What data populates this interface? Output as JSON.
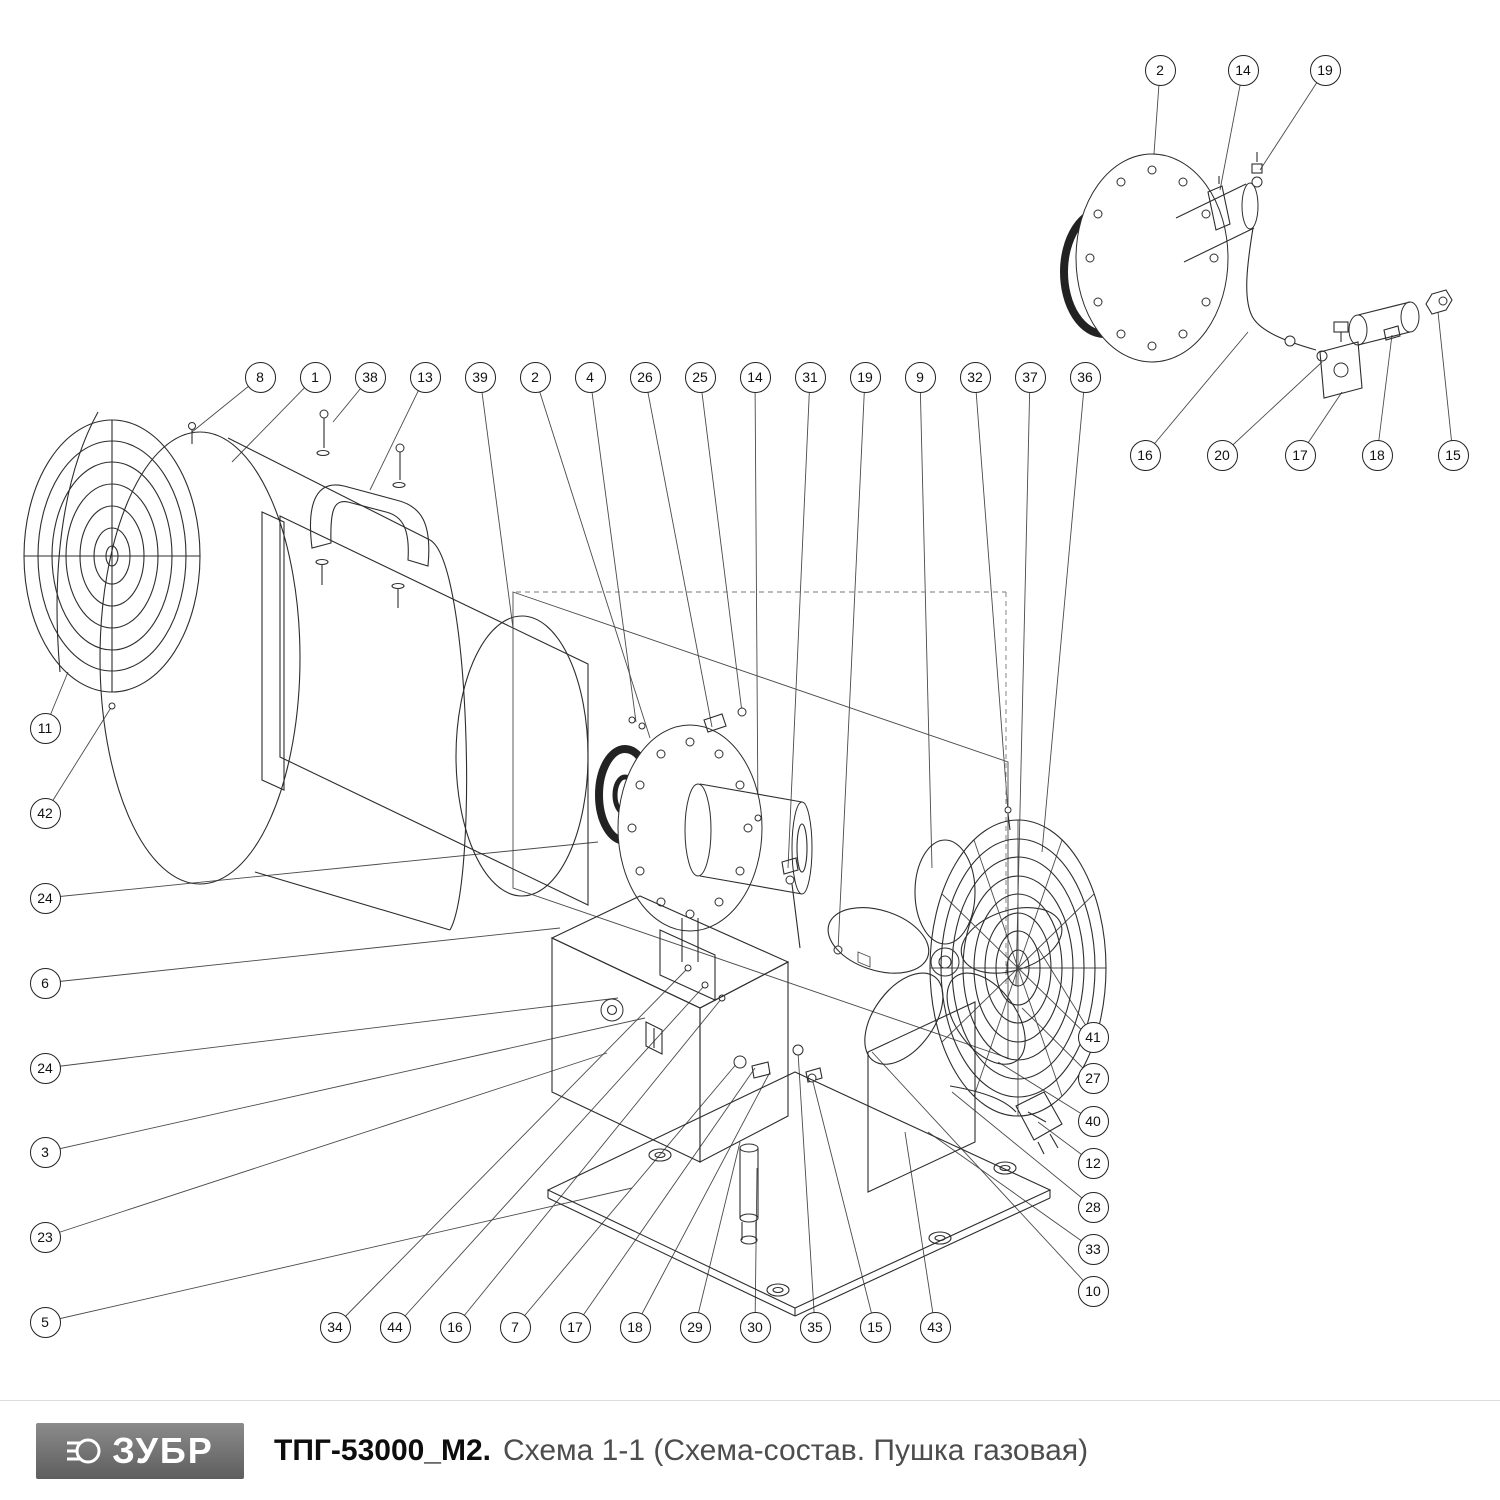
{
  "footer": {
    "brand": "ЗУБР",
    "model": "ТПГ-53000_М2.",
    "scheme": "Схема 1-1 (Схема-состав. Пушка газовая)"
  },
  "colors": {
    "line": "#2d2d2d",
    "brand_box": "#6e6e6e"
  },
  "callouts": {
    "top": [
      "8",
      "1",
      "38",
      "13",
      "39",
      "2",
      "4",
      "26",
      "25",
      "14",
      "31",
      "19",
      "9",
      "32",
      "37",
      "36"
    ],
    "left": [
      "11",
      "42",
      "24",
      "6",
      "24",
      "3",
      "23",
      "5"
    ],
    "right": [
      "41",
      "27",
      "40",
      "12",
      "28",
      "33",
      "10"
    ],
    "bottom": [
      "34",
      "44",
      "16",
      "7",
      "17",
      "18",
      "29",
      "30",
      "35",
      "15",
      "43"
    ],
    "inset_top": [
      "2",
      "14",
      "19"
    ],
    "inset_bottom": [
      "16",
      "20",
      "17",
      "18",
      "15"
    ]
  }
}
